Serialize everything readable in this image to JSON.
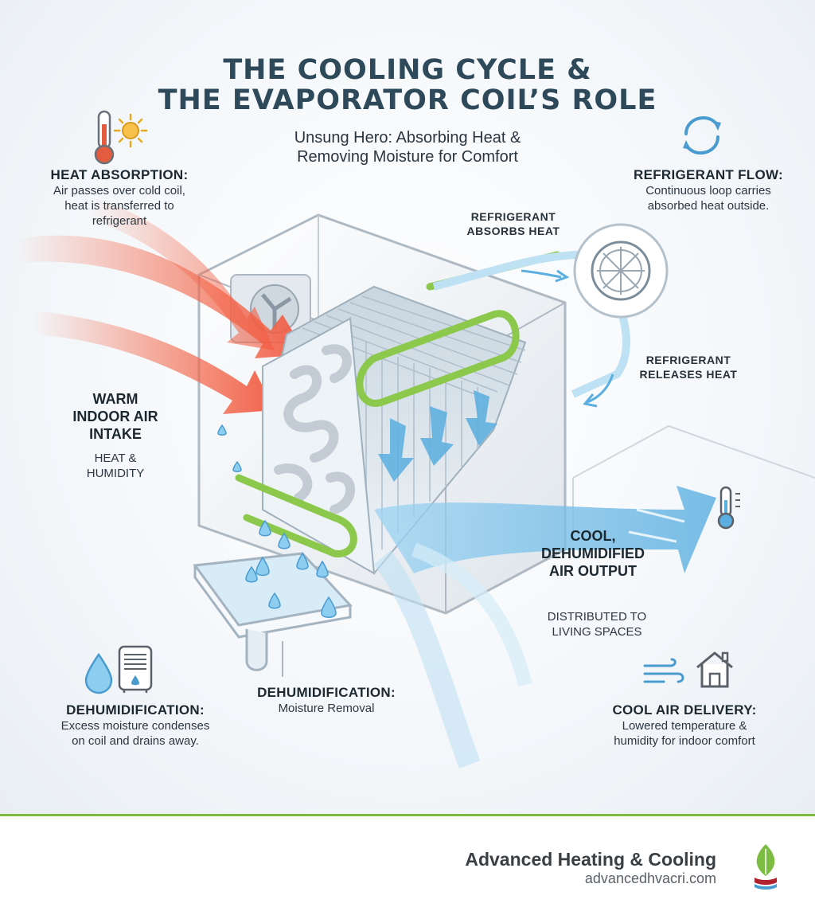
{
  "header": {
    "title_line1": "THE COOLING CYCLE &",
    "title_line2": "THE EVAPORATOR COIL’S ROLE",
    "subtitle_line1": "Unsung Hero: Absorbing Heat &",
    "subtitle_line2": "Removing Moisture for Comfort"
  },
  "heat_absorption": {
    "heading": "HEAT ABSORPTION:",
    "line1": "Air passes over cold coil,",
    "line2": "heat is transferred to",
    "line3": "refrigerant"
  },
  "refrigerant_flow": {
    "heading": "REFRIGERANT FLOW:",
    "line1": "Continuous loop carries",
    "line2": "absorbed heat outside."
  },
  "callouts": {
    "absorbs_line1": "REFRIGERANT",
    "absorbs_line2": "ABSORBS HEAT",
    "releases_line1": "REFRIGERANT",
    "releases_line2": "RELEASES HEAT",
    "warm_line1": "WARM",
    "warm_line2": "INDOOR AIR",
    "warm_line3": "INTAKE",
    "warm_sub1": "HEAT &",
    "warm_sub2": "HUMIDITY",
    "cool_line1": "COOL,",
    "cool_line2": "DEHUMIDIFIED",
    "cool_line3": "AIR OUTPUT",
    "cool_sub1": "DISTRIBUTED TO",
    "cool_sub2": "LIVING SPACES",
    "drain_heading": "DEHUMIDIFICATION:",
    "drain_sub": "Moisture Removal"
  },
  "dehumidification": {
    "heading": "DEHUMIDIFICATION:",
    "line1": "Excess moisture condenses",
    "line2": "on coil and drains away."
  },
  "cool_air_delivery": {
    "heading": "COOL AIR DELIVERY:",
    "line1": "Lowered temperature &",
    "line2": "humidity for indoor comfort"
  },
  "footer": {
    "company": "Advanced Heating & Cooling",
    "website": "advancedhvacri.com"
  },
  "colors": {
    "title": "#2e4a5a",
    "warm_air": "#f26b4f",
    "cool_air": "#5aaee0",
    "coil_green": "#8cc84b",
    "footer_accent": "#7cbc43"
  },
  "icons": [
    "thermometer-icon",
    "sun-icon",
    "refresh-icon",
    "water-drop-icon",
    "dehumidifier-icon",
    "wind-icon",
    "house-icon",
    "leaf-logo-icon"
  ]
}
